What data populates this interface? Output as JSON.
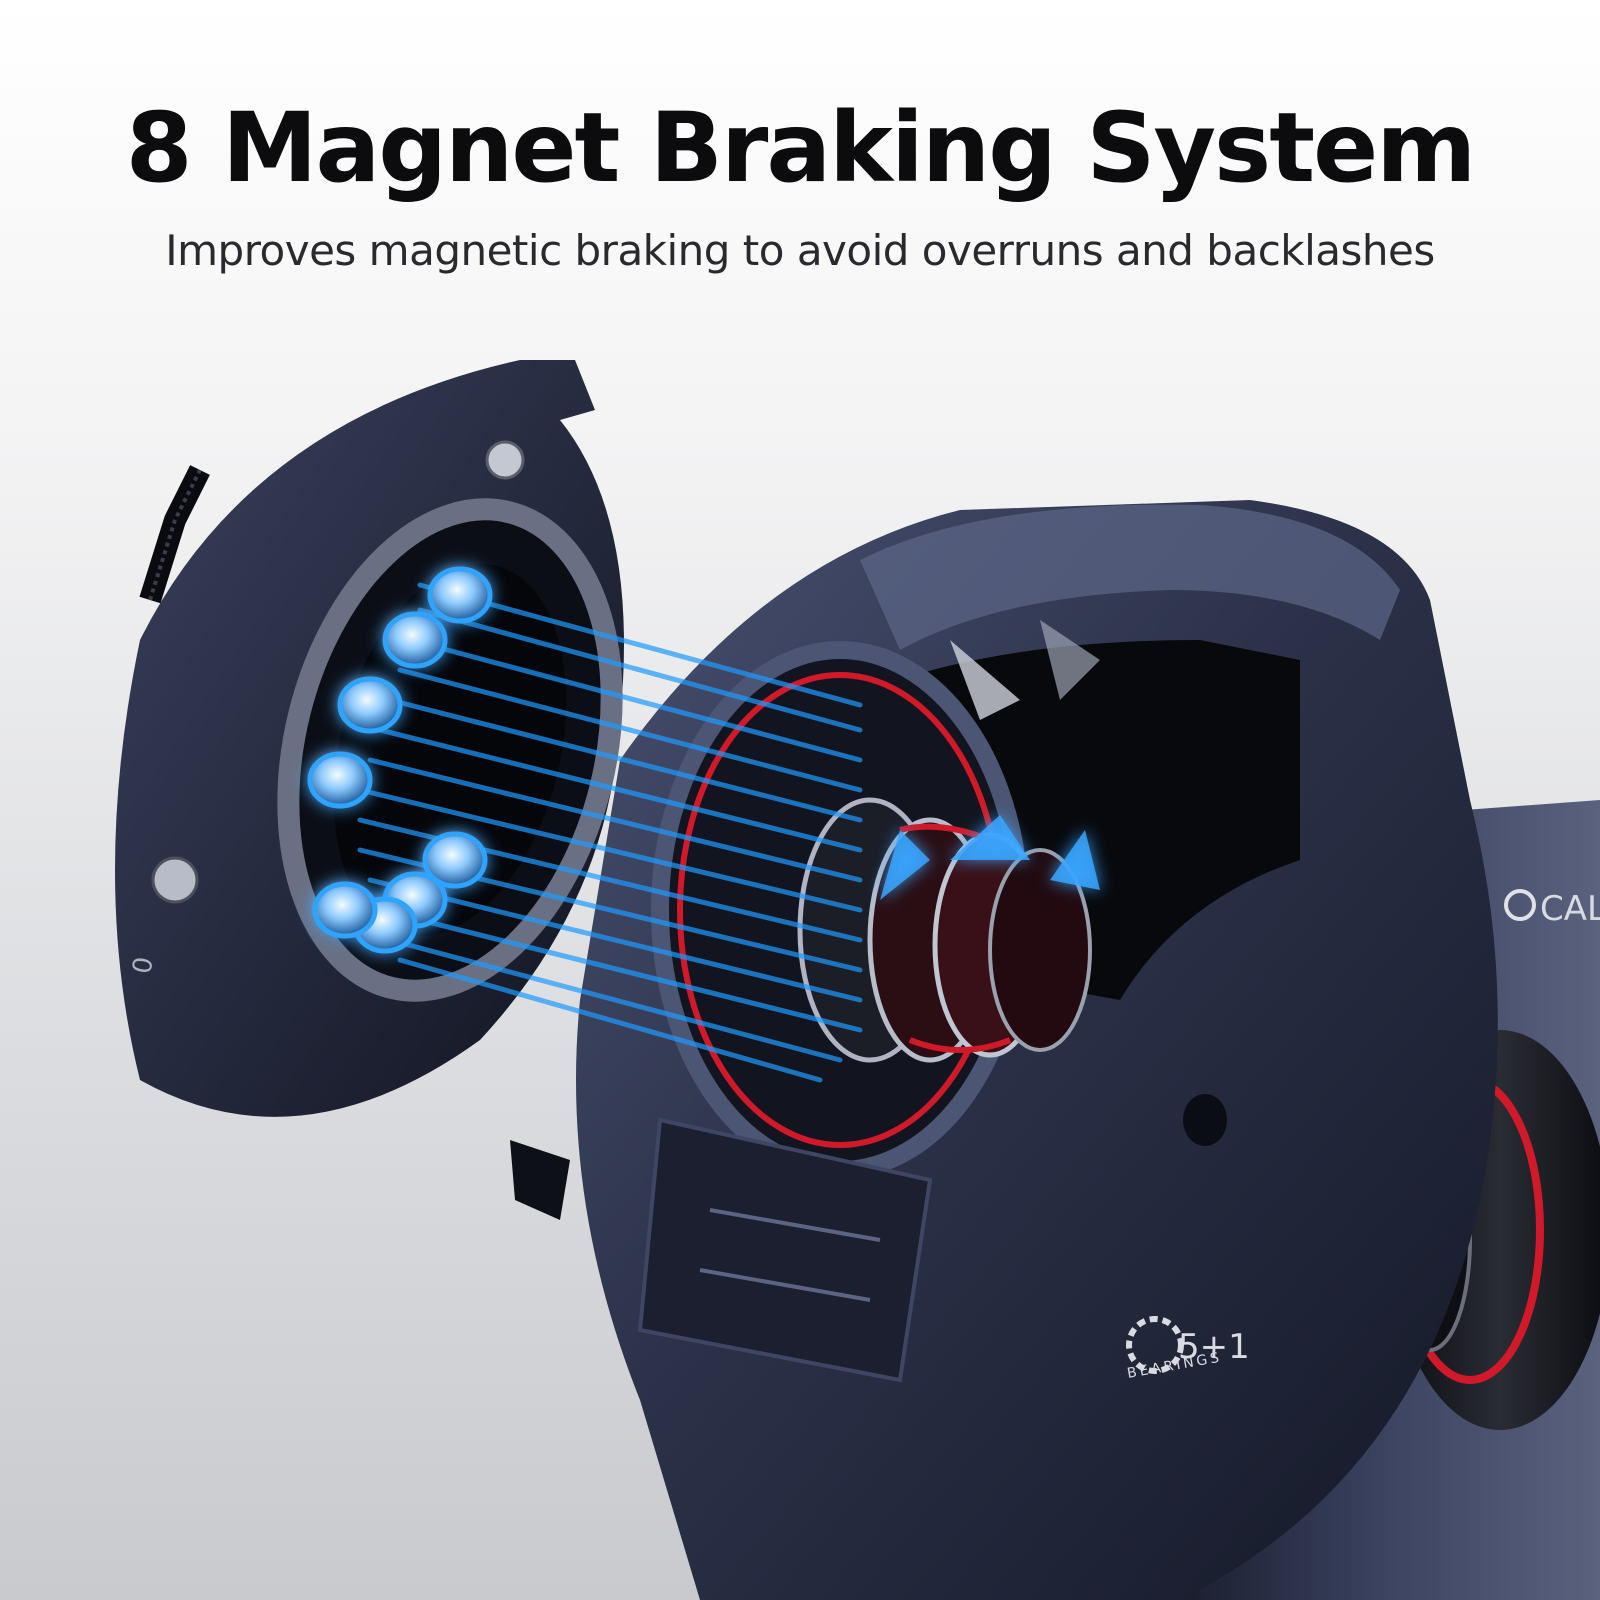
{
  "header": {
    "title": "8 Magnet Braking System",
    "subtitle": "Improves magnetic braking to avoid overruns and backlashes"
  },
  "product": {
    "brand_mark": "CAL",
    "bearings_count": "5+1",
    "bearings_label": "BEARINGS",
    "magnet_count": 8
  },
  "colors": {
    "body": "#2a3046",
    "accent_red": "#d01a2a",
    "magnet_glow": "#1e9bff"
  }
}
